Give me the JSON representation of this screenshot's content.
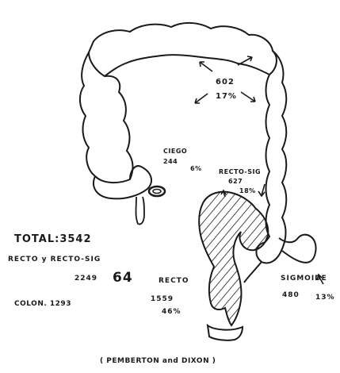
{
  "figure": {
    "colon_total": {
      "value": "602",
      "percent": "17%"
    },
    "cecum": {
      "label": "CIEGO",
      "value": "244",
      "percent": "6%"
    },
    "rectosigmoid": {
      "label": "RECTO-SIG",
      "value": "627",
      "percent": "18%"
    },
    "total": "TOTAL:3542",
    "rectum_and_rectosigmoid": {
      "label": "RECTO y RECTO-SIG",
      "value": "2249",
      "percent": "64"
    },
    "rectum": {
      "label": "RECTO",
      "value": "1559",
      "percent": "46%"
    },
    "colon": "COLON. 1293",
    "sigmoid": {
      "label": "SIGMOIDE",
      "value": "480",
      "percent": "13%"
    },
    "source": "( PEMBERTON and DIXON )"
  },
  "colors": {
    "ink": "#1a1a1a",
    "paper": "#ffffff"
  }
}
